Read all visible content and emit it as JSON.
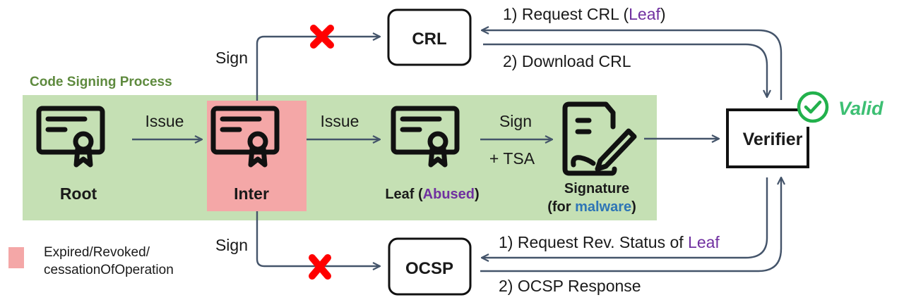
{
  "process": {
    "title": "Code Signing Process",
    "colors": {
      "process_bg": "#c5e0b4",
      "revoked_bg": "#f4a7a7",
      "title": "#5e8a3e",
      "arrow": "#44546a",
      "purple": "#7030a0",
      "blue": "#2e75b6",
      "valid": "#22b14c",
      "cross": "#ff0000"
    },
    "nodes": {
      "root": {
        "label": "Root",
        "icon": "certificate-icon"
      },
      "inter": {
        "label": "Inter",
        "icon": "certificate-icon",
        "status": "revoked"
      },
      "leaf": {
        "label": "Leaf (",
        "highlight": "Abused",
        "suffix": ")",
        "icon": "certificate-icon"
      },
      "signature": {
        "line1": "Signature",
        "line2_prefix": "(for ",
        "highlight": "malware",
        "line2_suffix": ")",
        "icon": "signature-document-icon"
      }
    },
    "edges": {
      "root_to_inter": "Issue",
      "inter_to_leaf": "Issue",
      "leaf_to_signature_top": "Sign",
      "leaf_to_signature_bottom": "+ TSA"
    }
  },
  "crl": {
    "label": "CRL",
    "sign_label": "Sign",
    "request_prefix": "1) Request CRL (",
    "request_highlight": "Leaf",
    "request_suffix": ")",
    "download": "2) Download CRL"
  },
  "ocsp": {
    "label": "OCSP",
    "sign_label": "Sign",
    "request_prefix": "1) Request Rev. Status of ",
    "request_highlight": "Leaf",
    "response": "2) OCSP Response"
  },
  "verifier": {
    "label": "Verifier",
    "result": "Valid",
    "result_icon": "check-circle-icon"
  },
  "legend": {
    "line1": "Expired/Revoked/",
    "line2": "cessationOfOperation"
  }
}
